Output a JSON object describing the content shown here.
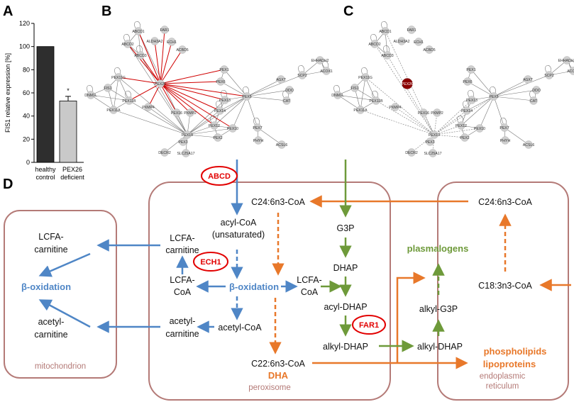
{
  "panels": {
    "a": "A",
    "b": "B",
    "c": "C",
    "d": "D"
  },
  "chart_data": {
    "type": "bar",
    "ylabel": "FIS1 relative expression [%]",
    "ylim": [
      0,
      120
    ],
    "yticks": [
      "0",
      "20",
      "40",
      "60",
      "80",
      "100",
      "120"
    ],
    "categories": [
      "healthy control",
      "PEX26 deficient"
    ],
    "category_lines": [
      [
        "healthy",
        "control"
      ],
      [
        "PEX26",
        "deficient"
      ]
    ],
    "values": [
      100,
      53
    ],
    "errors": [
      0,
      4
    ],
    "significance": "*",
    "colors": [
      "#2e2e2e",
      "#c9c9c9"
    ]
  },
  "network": {
    "nodes": [
      "ABCD1",
      "FAR1",
      "ABCD2",
      "ALDH3A2",
      "ECH1",
      "ABCD3",
      "ACBD5",
      "PEX11G",
      "FIS1",
      "DNM1L",
      "PEX11B",
      "PEX11A",
      "PEX26",
      "PXMP4",
      "PEX1",
      "PEX6",
      "PEX13",
      "PEX5",
      "PEX16",
      "PXMP2",
      "PEX14",
      "PEX12",
      "PEX10",
      "PEX2",
      "PEX19",
      "PEX3",
      "DECR2",
      "SLC25A17",
      "PEX7",
      "PHYH",
      "ACSL6",
      "AGXT",
      "SCP2",
      "DDO",
      "CAT",
      "EHHADH2",
      "ACOX1"
    ],
    "highlight_color": "#8b0000"
  },
  "pathway": {
    "compartments": {
      "mitochondrion": "mitochondrion",
      "peroxisome": "peroxisome",
      "er_line1": "endoplasmic",
      "er_line2": "reticulum"
    },
    "mito": {
      "lcfa_carnitine_1": "LCFA-",
      "lcfa_carnitine_2": "carnitine",
      "beta_ox": "β-oxidation",
      "acetyl_carnitine_1": "acetyl-",
      "acetyl_carnitine_2": "carnitine"
    },
    "perox": {
      "abcd": "ABCD",
      "c24": "C24:6n3-CoA",
      "acyl_coa_1": "acyl-CoA",
      "acyl_coa_2": "(unsaturated)",
      "lcfa_carnitine_1": "LCFA-",
      "lcfa_carnitine_2": "carnitine",
      "ech1": "ECH1",
      "lcfa_coa_1": "LCFA-",
      "lcfa_coa_2": "CoA",
      "beta_ox": "β-oxidation",
      "acetyl_carnitine_1": "acetyl-",
      "acetyl_carnitine_2": "carnitine",
      "acetyl_coa": "acetyl-CoA",
      "c22": "C22:6n3-CoA",
      "dha": "DHA",
      "lcfa_coa_r1": "LCFA-",
      "lcfa_coa_r2": "CoA",
      "g3p": "G3P",
      "dhap": "DHAP",
      "acyl_dhap": "acyl-DHAP",
      "far1": "FAR1",
      "alkyl_dhap": "alkyl-DHAP"
    },
    "er": {
      "plasmalogens": "plasmalogens",
      "alkyl_g3p": "alkyl-G3P",
      "alkyl_dhap": "alkyl-DHAP",
      "c24": "C24:6n3-CoA",
      "c18": "C18:3n3-CoA",
      "phospholipids": "phospholipids",
      "lipoproteins": "lipoproteins"
    },
    "colors": {
      "blue": "#4f86c6",
      "orange": "#e8782a",
      "green": "#6e9a3a",
      "compartment": "#b47a77",
      "enzyme": "#e20000"
    }
  }
}
